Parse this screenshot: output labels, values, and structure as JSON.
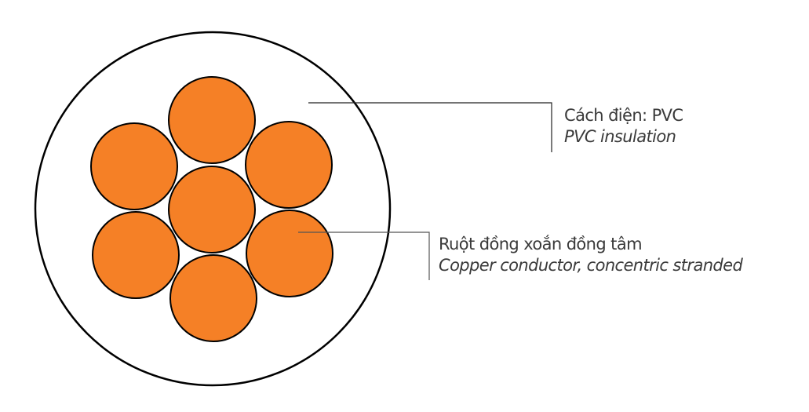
{
  "diagram": {
    "type": "cable-cross-section",
    "colors": {
      "conductor_fill": "#F58026",
      "outline": "#000000",
      "leader_line": "#555555",
      "text": "#3a3a3a",
      "background": "#ffffff"
    },
    "strand_count": 7,
    "strand_layout": "1 center + 6 around (concentric)"
  },
  "labels": {
    "insulation": {
      "vi": "Cách điện: PVC",
      "en": "PVC insulation"
    },
    "conductor": {
      "vi": "Ruột đồng xoắn đồng tâm",
      "en": "Copper conductor,  concentric stranded"
    }
  }
}
